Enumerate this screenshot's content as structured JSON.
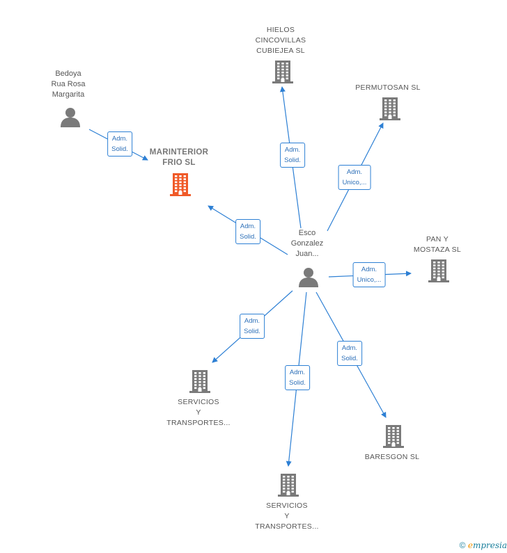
{
  "nodes": {
    "bedoya": {
      "label": "Bedoya\nRua Rosa\nMargarita",
      "type": "person"
    },
    "marinterior": {
      "label": "MARINTERIOR\nFRIO  SL",
      "type": "company",
      "focus": true
    },
    "hielos": {
      "label": "HIELOS\nCINCOVILLAS\nCUBIEJEA  SL",
      "type": "company"
    },
    "permutosan": {
      "label": "PERMUTOSAN SL",
      "type": "company"
    },
    "esco": {
      "label": "Esco\nGonzalez\nJuan...",
      "type": "person"
    },
    "panymostaza": {
      "label": "PAN Y\nMOSTAZA  SL",
      "type": "company"
    },
    "servicios1": {
      "label": "SERVICIOS\nY\nTRANSPORTES...",
      "type": "company"
    },
    "servicios2": {
      "label": "SERVICIOS\nY\nTRANSPORTES...",
      "type": "company"
    },
    "baresgon": {
      "label": "BARESGON  SL",
      "type": "company"
    }
  },
  "edges": [
    {
      "from": "bedoya",
      "to": "marinterior",
      "label": "Adm.\nSolid."
    },
    {
      "from": "esco",
      "to": "marinterior",
      "label": "Adm.\nSolid."
    },
    {
      "from": "esco",
      "to": "hielos",
      "label": "Adm.\nSolid."
    },
    {
      "from": "esco",
      "to": "permutosan",
      "label": "Adm.\nUnico,..."
    },
    {
      "from": "esco",
      "to": "panymostaza",
      "label": "Adm.\nUnico,..."
    },
    {
      "from": "esco",
      "to": "servicios1",
      "label": "Adm.\nSolid."
    },
    {
      "from": "esco",
      "to": "servicios2",
      "label": "Adm.\nSolid."
    },
    {
      "from": "esco",
      "to": "baresgon",
      "label": "Adm.\nSolid."
    }
  ],
  "colors": {
    "edge": "#2c7fd4",
    "icon": "#7a7a7a",
    "focus": "#f05a28"
  },
  "footer": {
    "copyright": "©",
    "brand_e": "e",
    "brand_rest": "mpresia"
  }
}
